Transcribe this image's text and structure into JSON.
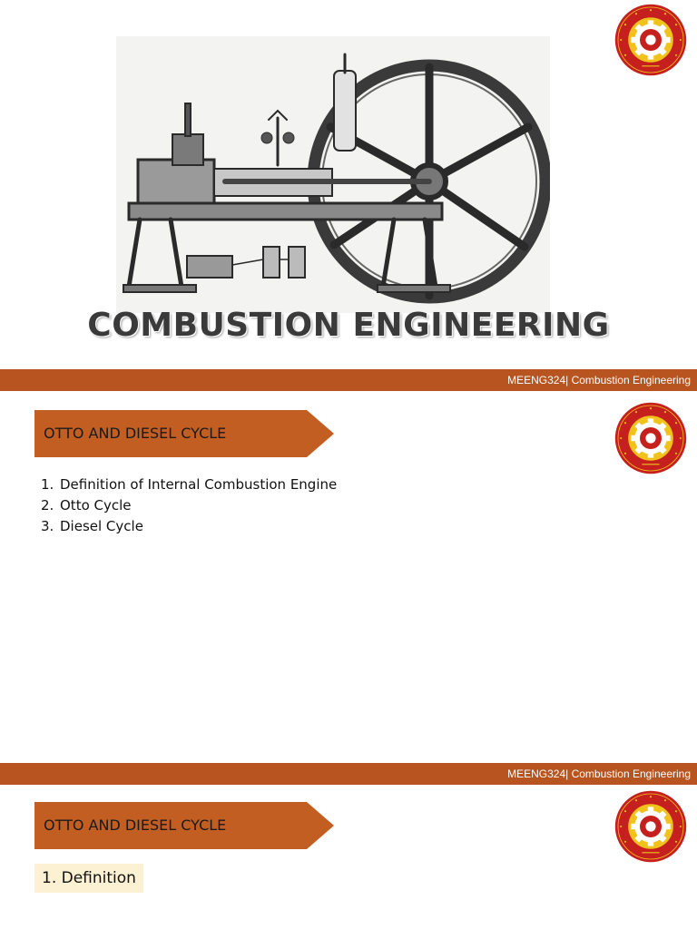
{
  "deck": {
    "title": "COMBUSTION ENGINEERING",
    "footer_text": "MEENG324| Combustion Engineering",
    "accent_color": "#b8541f",
    "banner_color": "#c35e23",
    "highlight_color": "#fdf1d4"
  },
  "logo": {
    "icon": "institute-seal-gear-icon",
    "colors": {
      "outer": "#c5201e",
      "ring": "#f1c21b",
      "inner": "#c5201e"
    }
  },
  "slide_2": {
    "banner": "OTTO AND DIESEL CYCLE",
    "agenda": [
      {
        "num": "1.",
        "text": "Definition of Internal Combustion Engine"
      },
      {
        "num": "2.",
        "text": "Otto Cycle"
      },
      {
        "num": "3.",
        "text": "Diesel Cycle"
      }
    ]
  },
  "slide_3": {
    "banner": "OTTO AND DIESEL CYCLE",
    "subsection": "1. Definition"
  }
}
